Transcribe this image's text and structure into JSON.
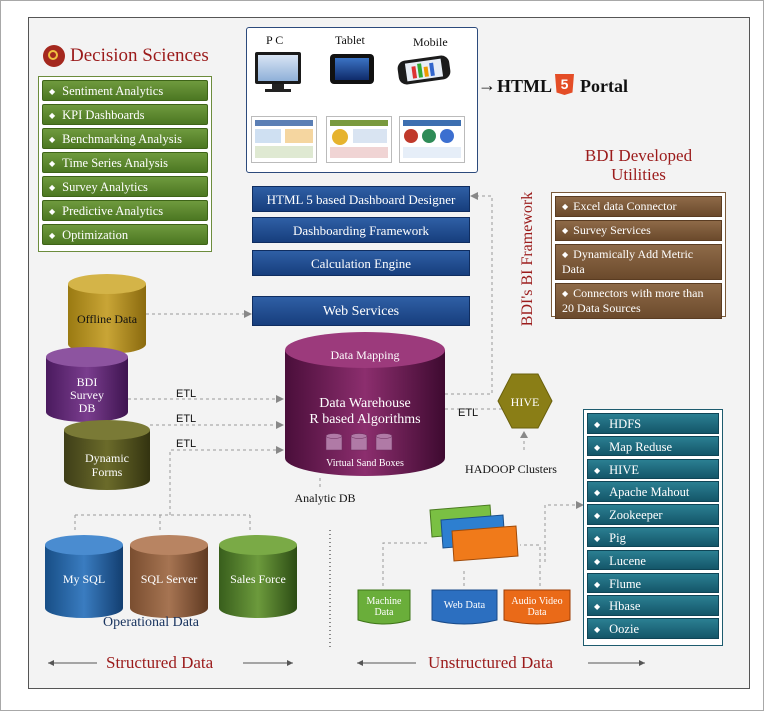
{
  "decision_sciences": {
    "title": "Decision Sciences",
    "items": [
      "Sentiment Analytics",
      "KPI Dashboards",
      "Benchmarking Analysis",
      "Time Series Analysis",
      "Survey Analytics",
      "Predictive Analytics",
      "Optimization"
    ]
  },
  "devices": {
    "pc": "P C",
    "tablet": "Tablet",
    "mobile": "Mobile"
  },
  "portal": {
    "prefix": "HTML",
    "badge": "5",
    "suffix": "Portal"
  },
  "stack": [
    "HTML 5 based Dashboard Designer",
    "Dashboarding Framework",
    "Calculation Engine",
    "Web Services"
  ],
  "framework_label": "BDI's BI Framework",
  "utilities": {
    "title_line1": "BDI Developed",
    "title_line2": "Utilities",
    "items": [
      "Excel data Connector",
      "Survey Services",
      "Dynamically Add Metric Data",
      "Connectors with more than 20 Data Sources"
    ]
  },
  "sources": {
    "offline": "Offline Data",
    "survey": "BDI Survey DB",
    "survey_lines": [
      "BDI",
      "Survey",
      "DB"
    ],
    "dynamic": "Dynamic Forms",
    "dynamic_lines": [
      "Dynamic",
      "Forms"
    ]
  },
  "etl_label": "ETL",
  "warehouse": {
    "mapping": "Data Mapping",
    "line1": "Data Warehouse",
    "line2": "R based Algorithms",
    "sandbox": "Virtual Sand Boxes",
    "analytic": "Analytic DB"
  },
  "hive": {
    "label": "HIVE",
    "clusters": "HADOOP Clusters"
  },
  "hadoop_items": [
    "HDFS",
    "Map Reduse",
    "HIVE",
    "Apache Mahout",
    "Zookeeper",
    "Pig",
    "Lucene",
    "Flume",
    "Hbase",
    "Oozie"
  ],
  "operational": {
    "mysql": "My SQL",
    "sqlserver": "SQL Server",
    "salesforce": "Sales Force",
    "caption": "Operational Data"
  },
  "unstructured_sources": {
    "machine": "Machine Data",
    "web": "Web Data",
    "av": "Audio Video Data"
  },
  "footer": {
    "structured": "Structured Data",
    "unstructured": "Unstructured Data"
  },
  "colors": {
    "red_title": "#9b1b1b",
    "green": "#5a8a2e",
    "blue": "#1f4e8f",
    "brown": "#7a5a3a",
    "teal": "#1d6b7e",
    "purple": "#6b1f56"
  }
}
